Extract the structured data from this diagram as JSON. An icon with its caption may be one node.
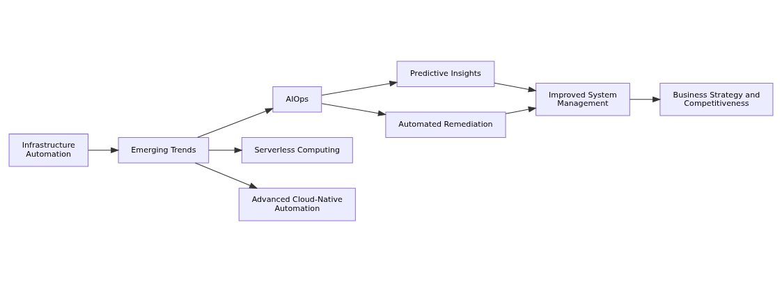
{
  "diagram": {
    "nodes": [
      {
        "text": [
          "Infrastructure Automation"
        ]
      },
      {
        "text": [
          "Emerging Trends"
        ]
      },
      {
        "text": [
          "AIOps"
        ]
      },
      {
        "text": [
          "Serverless Computing"
        ]
      },
      {
        "text": [
          "Advanced Cloud-Native Automation"
        ]
      },
      {
        "text": [
          "Predictive Insights"
        ]
      },
      {
        "text": [
          "Automated Remediation"
        ]
      },
      {
        "text": [
          "Improved System Management"
        ]
      },
      {
        "text": [
          "Business Strategy and Competitiveness"
        ]
      }
    ],
    "edges": [
      {
        "from": 0,
        "to": 1,
        "arrow": "to"
      },
      {
        "from": 1,
        "to": 2,
        "arrow": "to"
      },
      {
        "from": 1,
        "to": 3,
        "arrow": "to"
      },
      {
        "from": 1,
        "to": 4,
        "arrow": "to"
      },
      {
        "from": 2,
        "to": 5,
        "arrow": "to"
      },
      {
        "from": 2,
        "to": 6,
        "arrow": "to"
      },
      {
        "from": 5,
        "to": 7,
        "arrow": "to"
      },
      {
        "from": 6,
        "to": 7,
        "arrow": "to"
      },
      {
        "from": 7,
        "to": 8,
        "arrow": "to"
      }
    ]
  }
}
